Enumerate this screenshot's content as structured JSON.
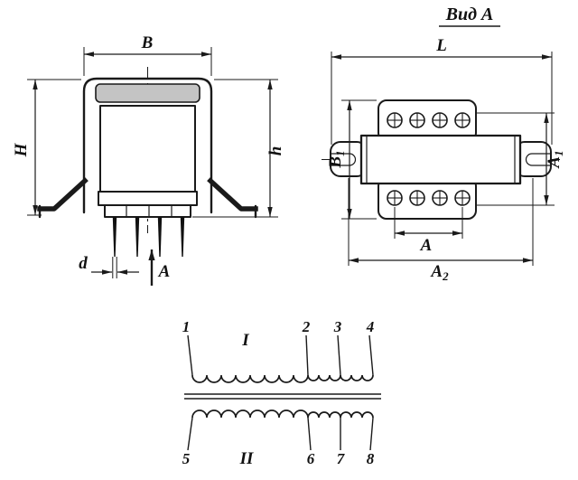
{
  "front_view": {
    "dim_width": "B",
    "dim_height_overall": "H",
    "dim_height_body": "h",
    "dim_pin_diameter": "d",
    "view_direction_label": "A"
  },
  "view_a": {
    "title": "Вид А",
    "dim_length": "L",
    "dim_b1": {
      "base": "B",
      "sub": "1"
    },
    "dim_a1": {
      "base": "A",
      "sub": "1"
    },
    "dim_a": "A",
    "dim_a2": {
      "base": "A",
      "sub": "2"
    }
  },
  "schematic": {
    "primary_label": "I",
    "secondary_label": "II",
    "terminals_top": [
      "1",
      "2",
      "3",
      "4"
    ],
    "terminals_bottom": [
      "5",
      "6",
      "7",
      "8"
    ]
  },
  "colors": {
    "ink": "#1a1a1a",
    "shade": "#c4c4c4",
    "background": "#ffffff"
  }
}
